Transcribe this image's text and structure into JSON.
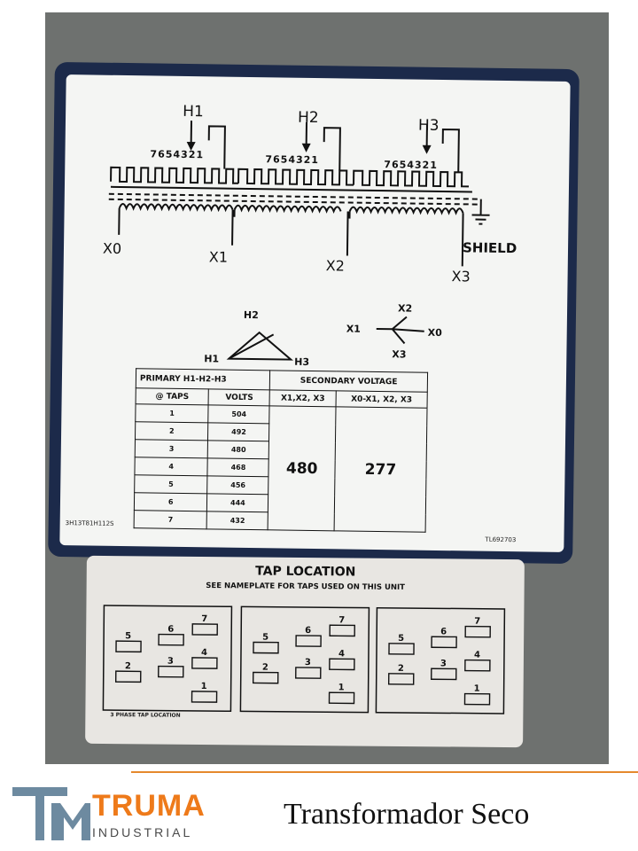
{
  "nameplate": {
    "terminals_primary": [
      "H1",
      "H2",
      "H3"
    ],
    "tap_numbers": "7654321",
    "terminals_secondary": [
      "X0",
      "X1",
      "X2",
      "X3"
    ],
    "shield_label": "SHIELD",
    "delta": {
      "top": "H2",
      "left": "H1",
      "right": "H3"
    },
    "wye": {
      "top": "X2",
      "left": "X1",
      "right": "X0",
      "bottom": "X3"
    },
    "model_code": "3H13T81H112S",
    "tl_code": "TL692703",
    "table": {
      "primary_header": "PRIMARY H1-H2-H3",
      "secondary_header": "SECONDARY VOLTAGE",
      "col_taps": "@ TAPS",
      "col_volts": "VOLTS",
      "col_x": "X1,X2, X3",
      "col_x0": "X0-X1, X2, X3",
      "rows": [
        {
          "tap": "1",
          "volts": "504"
        },
        {
          "tap": "2",
          "volts": "492"
        },
        {
          "tap": "3",
          "volts": "480"
        },
        {
          "tap": "4",
          "volts": "468"
        },
        {
          "tap": "5",
          "volts": "456"
        },
        {
          "tap": "6",
          "volts": "444"
        },
        {
          "tap": "7",
          "volts": "432"
        }
      ],
      "secondary_ll": "480",
      "secondary_ln": "277"
    }
  },
  "sticker": {
    "title": "TAP LOCATION",
    "subtitle": "SEE NAMEPLATE FOR TAPS USED ON THIS UNIT",
    "footnote": "3 PHASE TAP LOCATION",
    "taps": [
      "1",
      "2",
      "3",
      "4",
      "5",
      "6",
      "7"
    ]
  },
  "footer": {
    "brand": "TRUMA",
    "brand_sub": "INDUSTRIAL",
    "caption": "Transformador Seco",
    "accent_color": "#ee7a1a",
    "line_color": "#e5892d"
  }
}
